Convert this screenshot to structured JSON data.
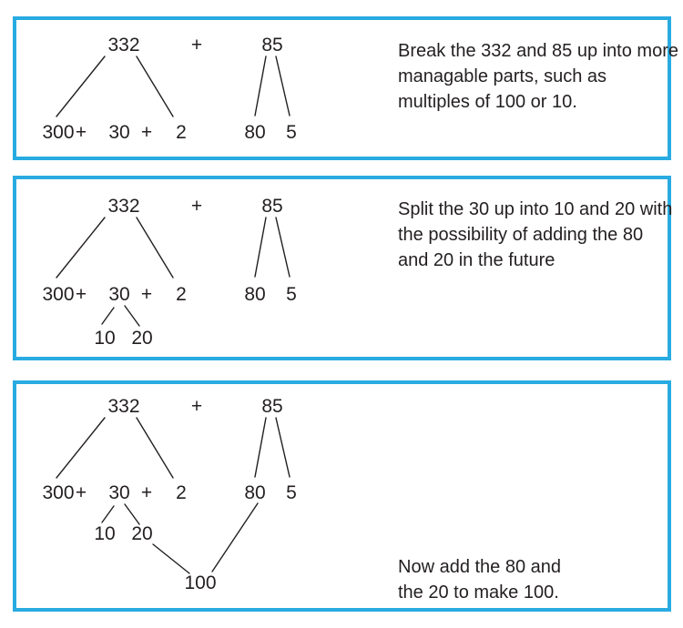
{
  "colors": {
    "panel_border": "#29ABE2",
    "text": "#231F20",
    "line": "#231F20"
  },
  "expression": "332 + 85",
  "panels": [
    {
      "step": 1,
      "caption_lines": [
        "Break the 332 and 85 up into more",
        "managable parts, such as",
        "multiples of 100 or 10."
      ],
      "nodes": {
        "total_left": "332",
        "plus_top": "+",
        "total_right": "85",
        "n300": "300",
        "plus1": "+",
        "n30": "30",
        "plus2": "+",
        "n2": "2",
        "n80": "80",
        "n5": "5"
      }
    },
    {
      "step": 2,
      "caption_lines": [
        "Split the 30 up into 10 and 20 with",
        "the possibility of adding the 80",
        "and 20 in the future"
      ],
      "nodes": {
        "total_left": "332",
        "plus_top": "+",
        "total_right": "85",
        "n300": "300",
        "plus1": "+",
        "n30": "30",
        "plus2": "+",
        "n2": "2",
        "n80": "80",
        "n5": "5",
        "n10": "10",
        "n20": "20"
      }
    },
    {
      "step": 3,
      "caption_lines": [
        "Now add the 80 and",
        "the 20 to make 100."
      ],
      "nodes": {
        "total_left": "332",
        "plus_top": "+",
        "total_right": "85",
        "n300": "300",
        "plus1": "+",
        "n30": "30",
        "plus2": "+",
        "n2": "2",
        "n80": "80",
        "n5": "5",
        "n10": "10",
        "n20": "20",
        "n100": "100"
      }
    }
  ]
}
